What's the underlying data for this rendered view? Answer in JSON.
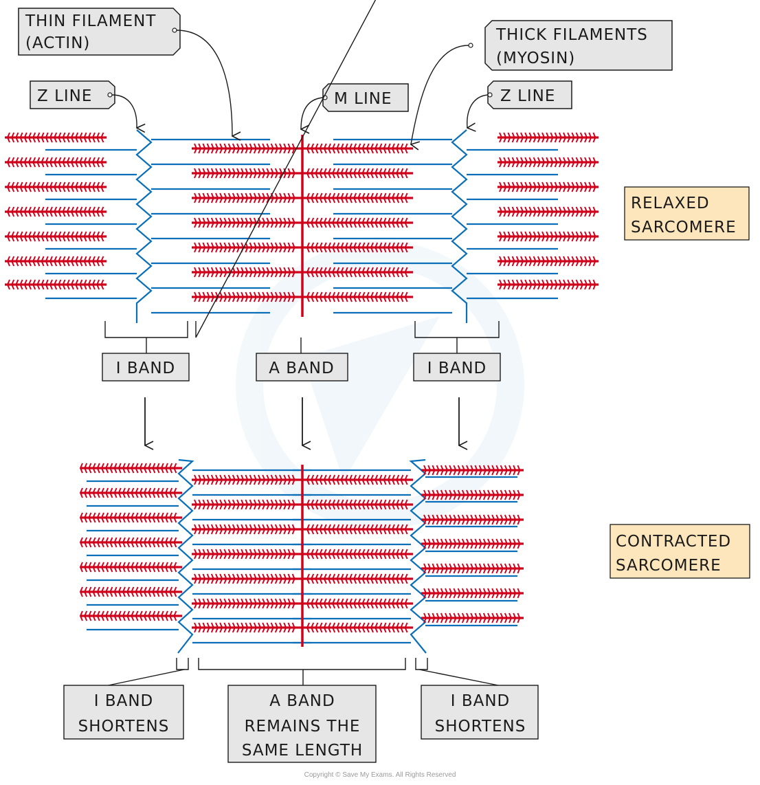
{
  "colors": {
    "actin": "#0a6fb8",
    "myosin": "#d0021b",
    "label_fill": "#e6e6e6",
    "state_fill": "#fde6bc",
    "ink": "#1a1a1a"
  },
  "labels": {
    "thin_filament": [
      "THIN FILAMENT",
      "(ACTIN)"
    ],
    "thick_filaments": [
      "THICK FILAMENTS",
      "(MYOSIN)"
    ],
    "z_line_left": "Z LINE",
    "m_line": "M LINE",
    "z_line_right": "Z LINE"
  },
  "states": {
    "relaxed": [
      "RELAXED",
      "SARCOMERE"
    ],
    "contracted": [
      "CONTRACTED",
      "SARCOMERE"
    ]
  },
  "bands_relaxed": {
    "left": "I BAND",
    "center": "A BAND",
    "right": "I BAND"
  },
  "bands_contracted": {
    "left": [
      "I BAND",
      "SHORTENS"
    ],
    "center": [
      "A BAND",
      "REMAINS THE",
      "SAME LENGTH"
    ],
    "right": [
      "I BAND",
      "SHORTENS"
    ]
  },
  "footer": {
    "copyright": "Copyright © Save My Exams. All Rights Reserved"
  }
}
